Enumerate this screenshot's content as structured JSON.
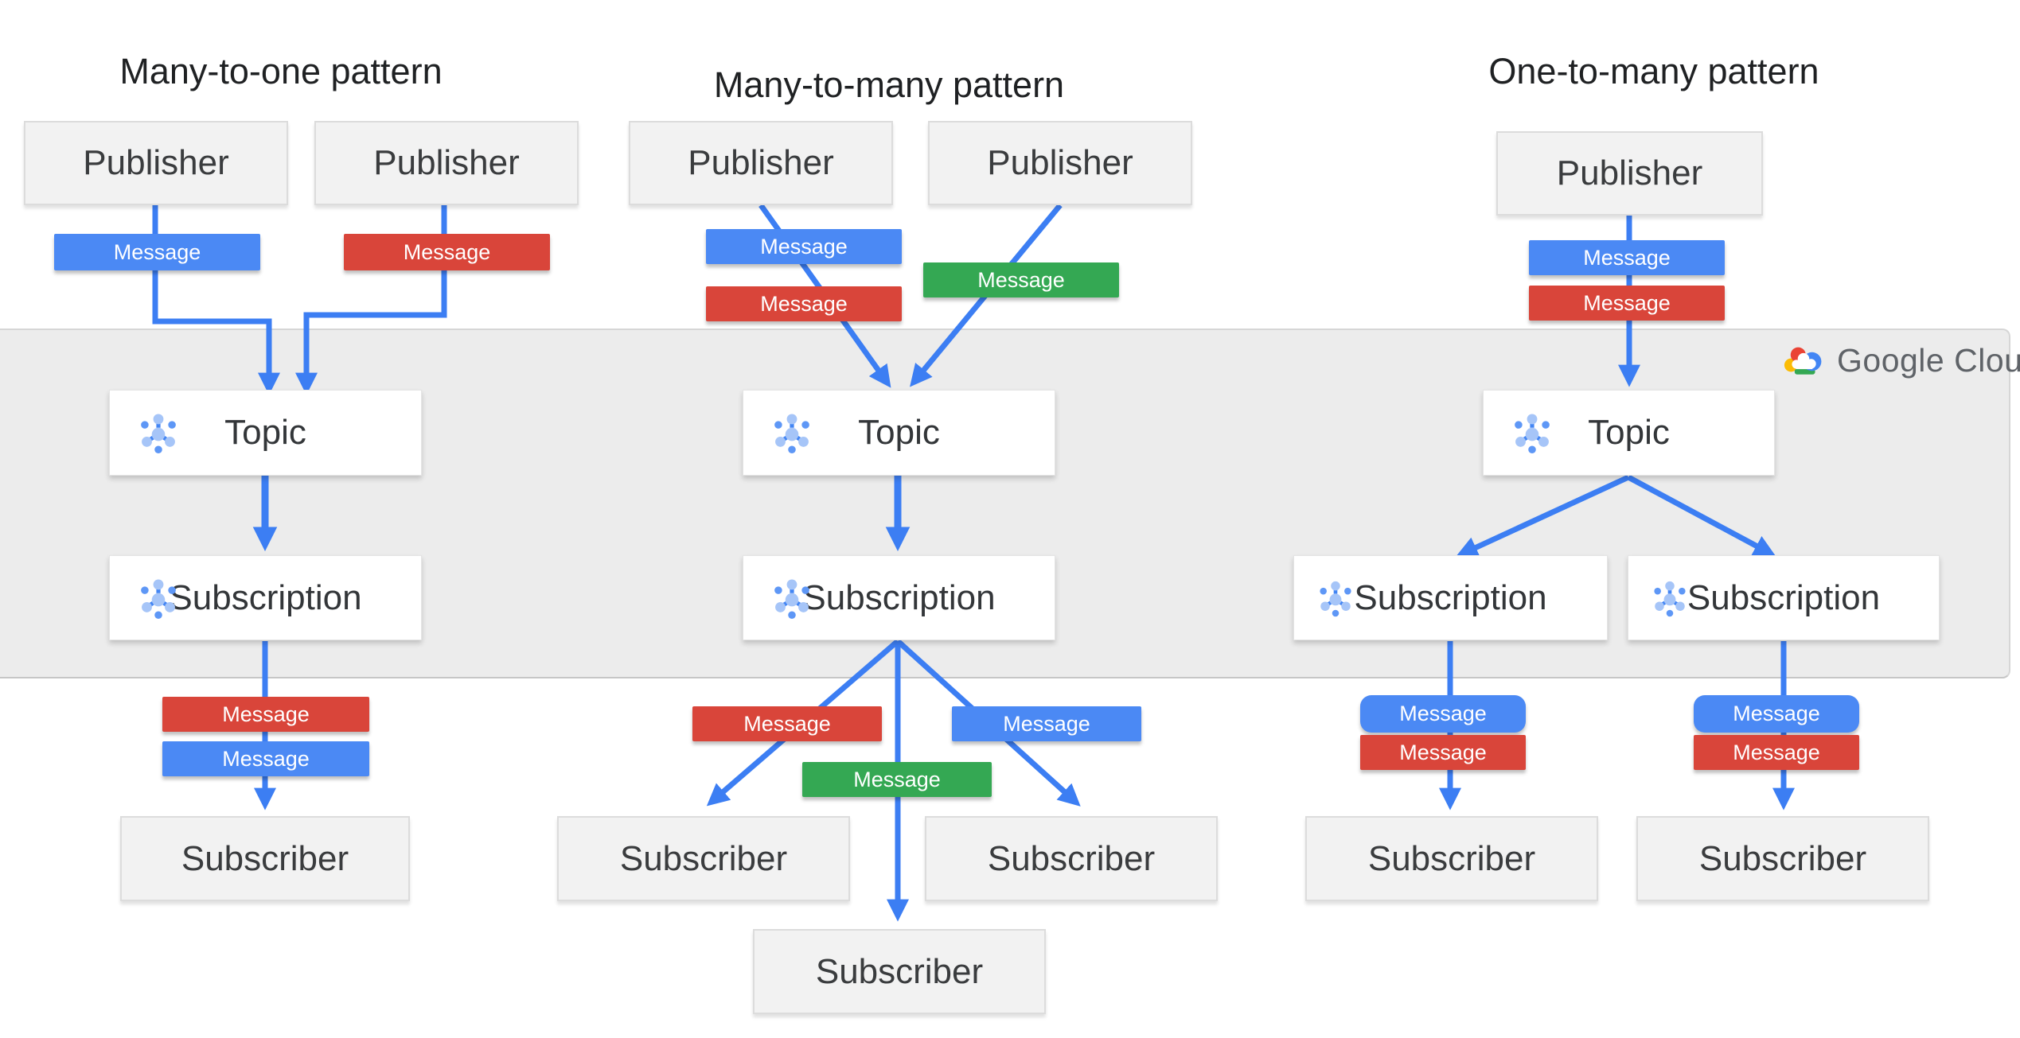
{
  "titles": {
    "left": "Many-to-one pattern",
    "middle": "Many-to-many  pattern",
    "right": "One-to-many pattern"
  },
  "labels": {
    "publisher": "Publisher",
    "topic": "Topic",
    "subscription": "Subscription",
    "subscriber": "Subscriber",
    "message": "Message"
  },
  "logo": {
    "text": "Google Cloud"
  },
  "colors": {
    "message_blue": "#4B89F4",
    "message_red": "#D9453A",
    "message_green": "#34A853",
    "arrow_blue": "#3C7EF3",
    "band_gray": "#ECECEC",
    "logo_text_gray": "#5F6368",
    "pubsub_icon_light_blue": "#A6C5F8",
    "pubsub_icon_medium_blue": "#5E97F6"
  }
}
